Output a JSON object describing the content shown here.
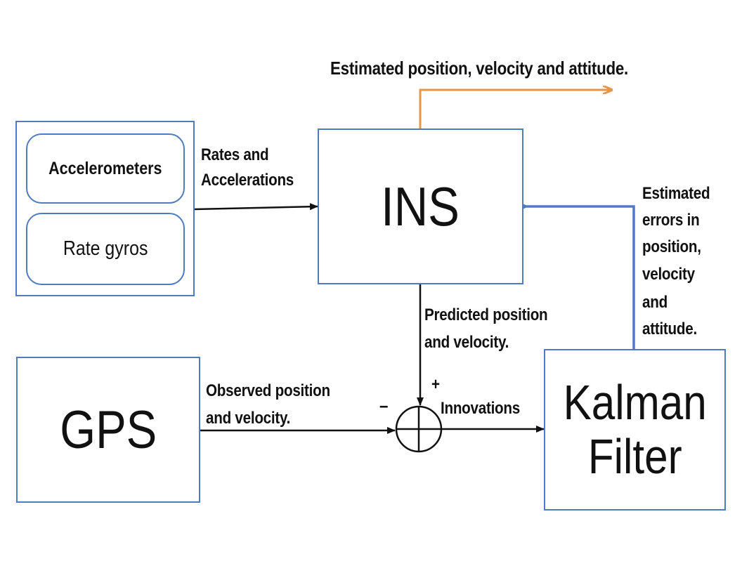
{
  "blocks": {
    "sensors": {
      "accelerometers": "Accelerometers",
      "rate_gyros": "Rate gyros"
    },
    "ins": "INS",
    "gps": "GPS",
    "kalman": {
      "line1": "Kalman",
      "line2": "Filter"
    }
  },
  "labels": {
    "estimated_output": "Estimated position, velocity and attitude.",
    "rates_line1": "Rates and",
    "rates_line2": "Accelerations",
    "predicted_line1": "Predicted position",
    "predicted_line2": "and velocity.",
    "observed_line1": "Observed position",
    "observed_line2": "and velocity.",
    "innovations": "Innovations",
    "plus_sign": "+",
    "minus_sign": "–",
    "estimated_errors": [
      "Estimated",
      "errors in",
      "position,",
      "velocity",
      "and",
      "attitude."
    ]
  },
  "colors": {
    "box_border": "#4f7bbf",
    "feedback_arrow": "#4f7bbf",
    "output_arrow": "#e8954a",
    "signal_arrow": "#111111"
  }
}
